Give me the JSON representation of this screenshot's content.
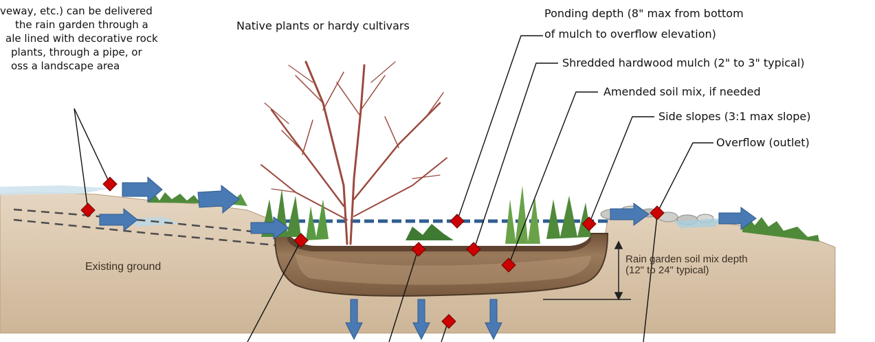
{
  "labels": {
    "inflow_desc": [
      "veway, etc.) can be delivered",
      "the rain garden through a",
      "ale lined with decorative rock",
      "plants, through a pipe, or",
      "oss a landscape area"
    ],
    "native_plants": "Native plants or hardy cultivars",
    "ponding_line1": "Ponding depth (8\" max from bottom",
    "ponding_line2": "of mulch to overflow elevation)",
    "mulch": "Shredded hardwood mulch (2\" to 3\" typical)",
    "amended_soil": "Amended soil mix, if needed",
    "side_slopes": "Side slopes (3:1 max slope)",
    "overflow": "Overflow (outlet)",
    "existing_ground": "Existing ground",
    "soil_depth_line1": "Rain garden soil mix depth",
    "soil_depth_line2": "(12\" to 24\" typical)"
  },
  "colors": {
    "soil_fill": "#d9c4a9",
    "basin_fill": "#8a6a4c",
    "arrow_blue": "#4a7ab3",
    "marker_red": "#cc0000",
    "water_line": "#2f5d91",
    "shrub": "#9b4a3e",
    "grass": "#4f8a3a"
  }
}
